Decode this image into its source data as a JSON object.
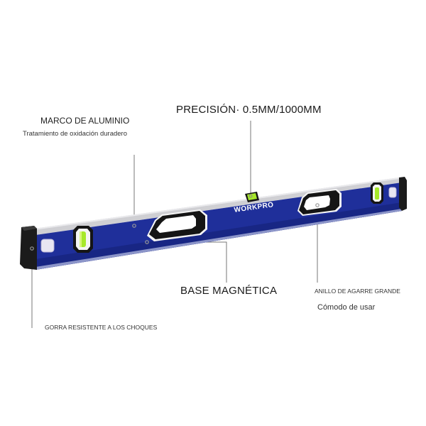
{
  "product": {
    "brand": "WORKPRO",
    "body_color": "#1f2f9a",
    "body_dark": "#15206e",
    "frame_color": "#c9c9cc",
    "cap_color": "#1b1b1b",
    "vial_color": "#a6e82a"
  },
  "callouts": {
    "precision": {
      "label": "PRECISIÓN· 0.5MM/1000MM"
    },
    "frame": {
      "label": "MARCO DE ALUMINIO",
      "sub": "Tratamiento de oxidación duradero"
    },
    "base": {
      "label": "BASE MAGNÉTICA"
    },
    "grip": {
      "label": "ANILLO DE AGARRE GRANDE",
      "sub": "Cómodo de usar"
    },
    "cap": {
      "label": "GORRA RESISTENTE A LOS CHOQUES"
    }
  }
}
